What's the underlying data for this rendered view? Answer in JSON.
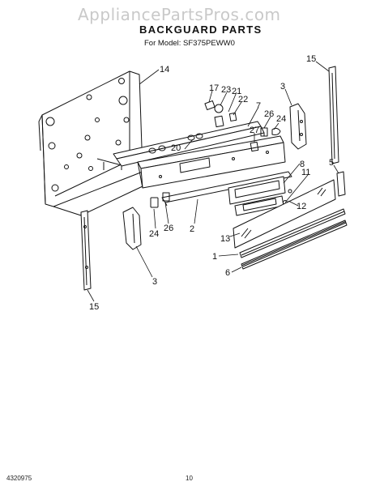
{
  "watermark": "AppliancePartsPros.com",
  "title": "BACKGUARD PARTS",
  "subtitle": "For Model: SF375PEWW0",
  "footer": {
    "doc_number": "4320975",
    "page_number": "10"
  },
  "callouts": {
    "c14": "14",
    "c15_top": "15",
    "c17": "17",
    "c23": "23",
    "c21": "21",
    "c22": "22",
    "c3_top": "3",
    "c7": "7",
    "c26_top": "26",
    "c24_top": "24",
    "c27": "27",
    "c20": "20",
    "c8": "8",
    "c11": "11",
    "c5": "5",
    "c12": "12",
    "c13": "13",
    "c1": "1",
    "c6": "6",
    "c2": "2",
    "c24_bottom": "24",
    "c26_bottom": "26",
    "c3_bottom": "3",
    "c15_bottom": "15"
  }
}
